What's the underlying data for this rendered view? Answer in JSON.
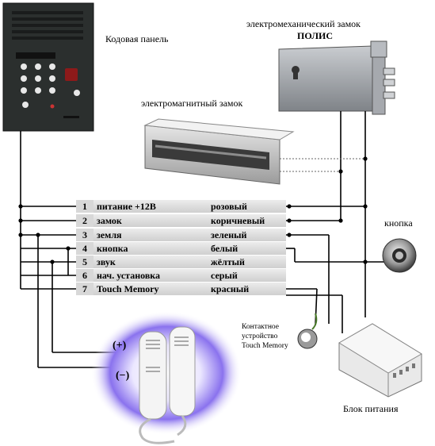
{
  "labels": {
    "code_panel": "Кодовая панель",
    "electromech_lock": "электромеханический замок",
    "electromech_brand": "ПОЛИС",
    "electromag_lock": "электромагнитный замок",
    "button": "кнопка",
    "contact_device_1": "Контактное",
    "contact_device_2": "устройство",
    "contact_device_3": "Touch Memory",
    "power_supply": "Блок питания",
    "plus": "(+)",
    "minus": "(−)"
  },
  "terminals": [
    {
      "num": "1",
      "name": "питание +12В",
      "color": "розовый"
    },
    {
      "num": "2",
      "name": "замок",
      "color": "коричневый"
    },
    {
      "num": "3",
      "name": "земля",
      "color": "зеленый"
    },
    {
      "num": "4",
      "name": "кнопка",
      "color": "белый"
    },
    {
      "num": "5",
      "name": "звук",
      "color": "жёлтый"
    },
    {
      "num": "6",
      "name": "нач. установка",
      "color": "серый"
    },
    {
      "num": "7",
      "name": "Touch Memory",
      "color": "красный"
    }
  ],
  "colors": {
    "panel_body": "#2b2f2e",
    "lock_body": "#9a9ea3",
    "table_bg": "#dcdcdc",
    "wire": "#000000",
    "glow": "#5b3fd6"
  },
  "icons": [
    "keypad-icon",
    "electromechanical-lock-icon",
    "electromagnetic-lock-icon",
    "button-icon",
    "touch-memory-icon",
    "power-supply-icon",
    "handset-icon"
  ]
}
